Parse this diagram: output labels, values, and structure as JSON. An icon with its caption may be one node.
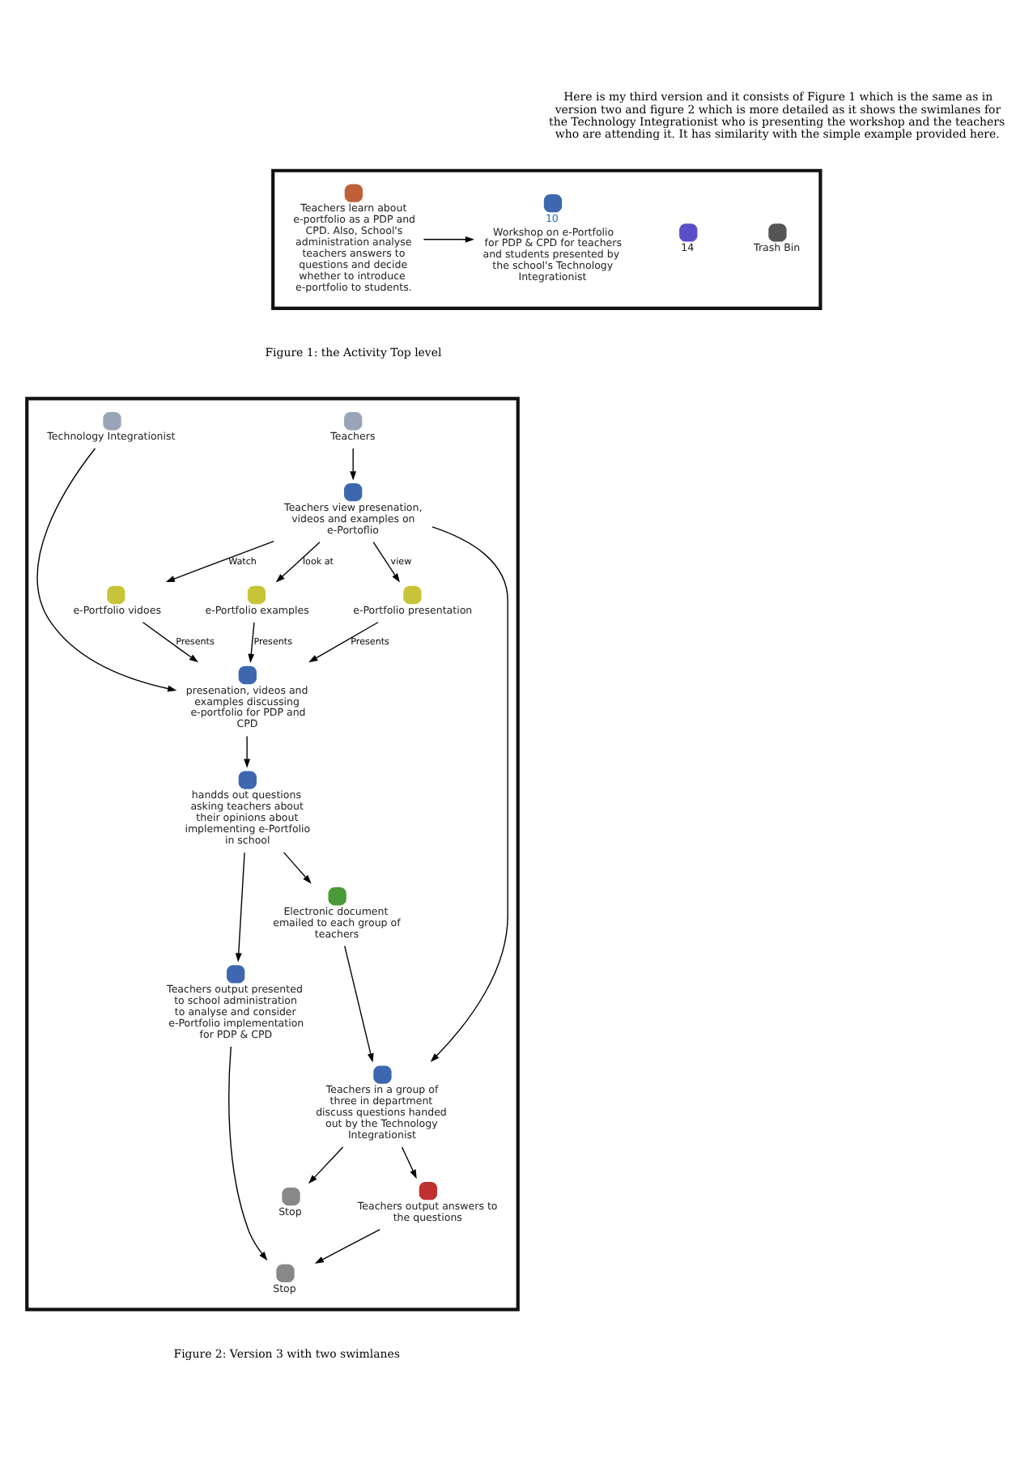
{
  "diagram": {
    "nodes": [
      {
        "text": [],
        "shape": "box"
      },
      {
        "text": [
          "Trash Bin"
        ],
        "in": 0
      },
      {
        "text": [
          "14"
        ],
        "in": 0
      },
      {
        "text": [
          "10",
          "Workshop on e-Portfolio for PDP & CPD for teachers and students presented by the school's Technology Integrationist"
        ],
        "in": 0
      },
      {
        "text": [
          "Teachers learn about e-portfolio as a PDP and CPD. Also, School's administration analyse teachers answers to questions and decide whether to introduce e-portfolio to students."
        ],
        "in": 0
      },
      {
        "text": [],
        "shape": "box"
      },
      {
        "text": [
          "Teachers"
        ],
        "in": 5
      },
      {
        "text": [
          "e-Portfolio presentation"
        ],
        "in": 5
      },
      {
        "text": [
          "Technology Integrationist"
        ],
        "in": 5
      },
      {
        "text": [
          "e-Portfolio vidoes"
        ],
        "in": 5
      },
      {
        "text": [
          "Teachers view presenation, videos and examples on e-Portoflio"
        ],
        "in": 5
      },
      {
        "text": [
          "presenation, videos and examples discussing e-portfolio for PDP and CPD"
        ],
        "in": 5
      },
      {
        "text": [
          "e-Portfolio examples"
        ],
        "in": 5
      },
      {
        "text": [
          "handds out questions asking teachers about their opinions about implementing e-Portfolio in school"
        ],
        "in": 5
      },
      {
        "text": [
          "Teachers in a group of three in department discuss questions handed out by the Technology Integrationist"
        ],
        "in": 5
      },
      {
        "text": [
          "Electronic document emailed to each group of teachers"
        ],
        "in": 5
      },
      {
        "text": [
          "Teachers output answers to the questions"
        ],
        "in": 5
      },
      {
        "text": [
          "Teachers output presented to school administration to analyse and consider e-Portfolio implementation for PDP & CPD"
        ],
        "in": 5
      },
      {
        "text": [
          "Stop"
        ],
        "in": 5
      },
      {
        "text": [
          "Stop"
        ],
        "in": 5
      }
    ],
    "edges": [
      {
        "from": 4,
        "to": 3,
        "arrow": "to"
      },
      {
        "from": 6,
        "to": 10,
        "arrow": "to"
      },
      {
        "from": 10,
        "to": 7,
        "arrow": "to",
        "label": "view"
      },
      {
        "from": 10,
        "to": 9,
        "arrow": "to",
        "label": "Watch"
      },
      {
        "from": 10,
        "to": 12,
        "arrow": "to",
        "label": "look at"
      },
      {
        "from": 7,
        "to": 11,
        "arrow": "to",
        "label": "Presents"
      },
      {
        "from": 9,
        "to": 11,
        "arrow": "to",
        "label": "Presents"
      },
      {
        "from": 12,
        "to": 11,
        "arrow": "to",
        "label": "Presents"
      },
      {
        "from": 8,
        "to": 11,
        "arrow": "to"
      },
      {
        "from": 10,
        "to": 14,
        "arrow": "to"
      },
      {
        "from": 11,
        "to": 13,
        "arrow": "to"
      },
      {
        "from": 13,
        "to": 15,
        "arrow": "to"
      },
      {
        "from": 15,
        "to": 14,
        "arrow": "to"
      },
      {
        "from": 13,
        "to": 17,
        "arrow": "to"
      },
      {
        "from": 14,
        "to": 16,
        "arrow": "to"
      },
      {
        "from": 14,
        "to": 18,
        "arrow": "to"
      },
      {
        "from": 16,
        "to": 19,
        "arrow": "to"
      },
      {
        "from": 17,
        "to": 19,
        "arrow": "to"
      }
    ],
    "labels": [
      "Here is my third version and it consists of Figure 1 which is the same as in version two and figure 2 which is more detailed as it shows the swimlanes for the Technology Integrationist who is presenting the workshop and the teachers who are attending it. It has similarity with the simple example provided here.",
      "Figure 1: the Activity Top level",
      "Figure 2: Version 3 with two swimlanes"
    ]
  }
}
